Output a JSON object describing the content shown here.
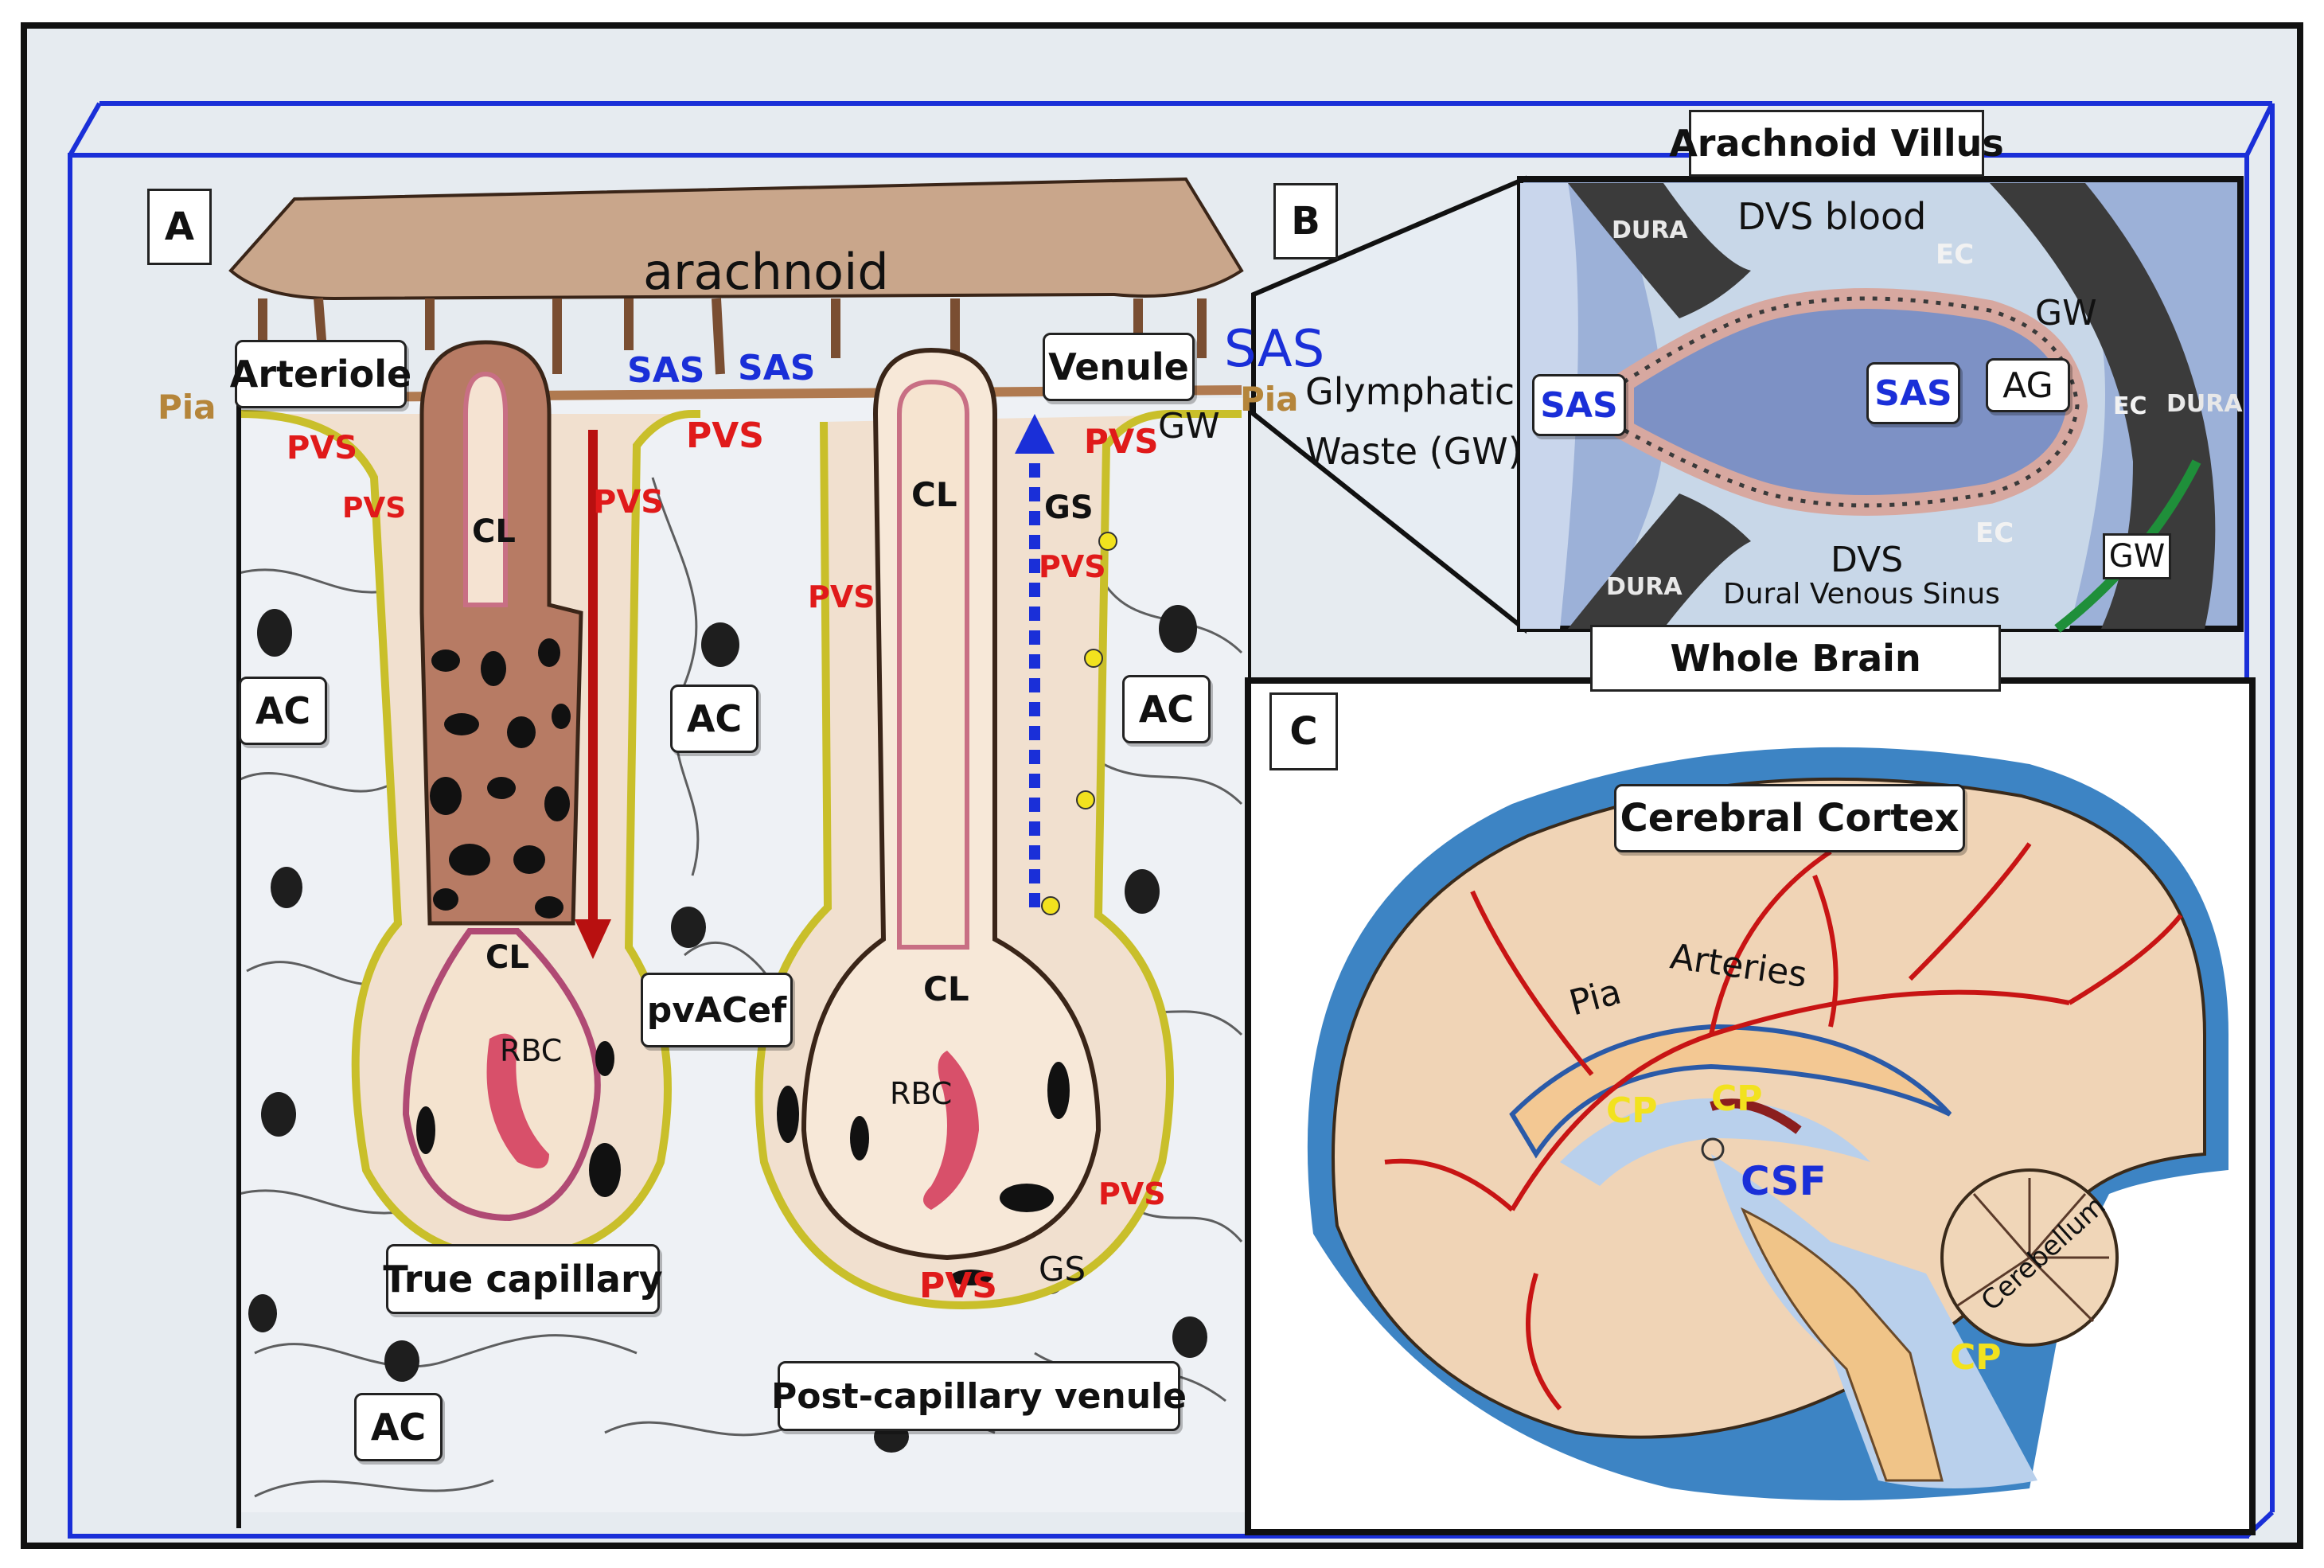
{
  "colors": {
    "frame_blue": "#1a2fd8",
    "panel_bg": "#e4eaf0",
    "pvs_red": "#e01a1a",
    "pia_tan": "#b5853a",
    "cp_yellow": "#f2e21e",
    "arachnoid_brown": "#b08868",
    "csf_blue": "#b9d0ec",
    "artery_red": "#c81414"
  },
  "panels": {
    "a": {
      "letter": "A",
      "arachnoid": "arachnoid",
      "arteriole": "Arteriole",
      "venule": "Venule",
      "pia_left": "Pia",
      "pia_right": "Pia",
      "sas_1": "SAS",
      "sas_2": "SAS",
      "sas_big": "SAS",
      "gw": "GW",
      "pvs": [
        "PVS",
        "PVS",
        "PVS",
        "PVS",
        "PVS",
        "PVS",
        "PVS",
        "PVS",
        "PVS"
      ],
      "cl": [
        "CL",
        "CL",
        "CL",
        "CL"
      ],
      "rbc": [
        "RBC",
        "RBC"
      ],
      "gs": [
        "GS",
        "GS"
      ],
      "ac": [
        "AC",
        "AC",
        "AC",
        "AC"
      ],
      "pvacef": "pvACef",
      "true_capillary": "True capillary",
      "post_capillary_venule": "Post-capillary venule"
    },
    "b": {
      "letter": "B",
      "title": "Arachnoid Villus",
      "glymphatic_line1": "Glymphatic",
      "glymphatic_line2": "Waste (GW)",
      "dura_1": "DURA",
      "dura_2": "DURA",
      "dura_3": "DURA",
      "dvs_blood": "DVS blood",
      "ec_1": "EC",
      "ec_2": "EC",
      "ec_3": "EC",
      "gw_1": "GW",
      "gw_2": "GW",
      "sas_left": "SAS",
      "sas_center": "SAS",
      "ag": "AG",
      "dvs": "DVS",
      "dural_venous_sinus": "Dural Venous Sinus",
      "whole_brain": "Whole Brain"
    },
    "c": {
      "letter": "C",
      "cerebral_cortex": "Cerebral Cortex",
      "pia": "Pia",
      "arteries": "Arteries",
      "cp_1": "CP",
      "cp_2": "CP",
      "cp_3": "CP",
      "csf": "CSF",
      "cerebellum": "Cerebellum"
    }
  }
}
